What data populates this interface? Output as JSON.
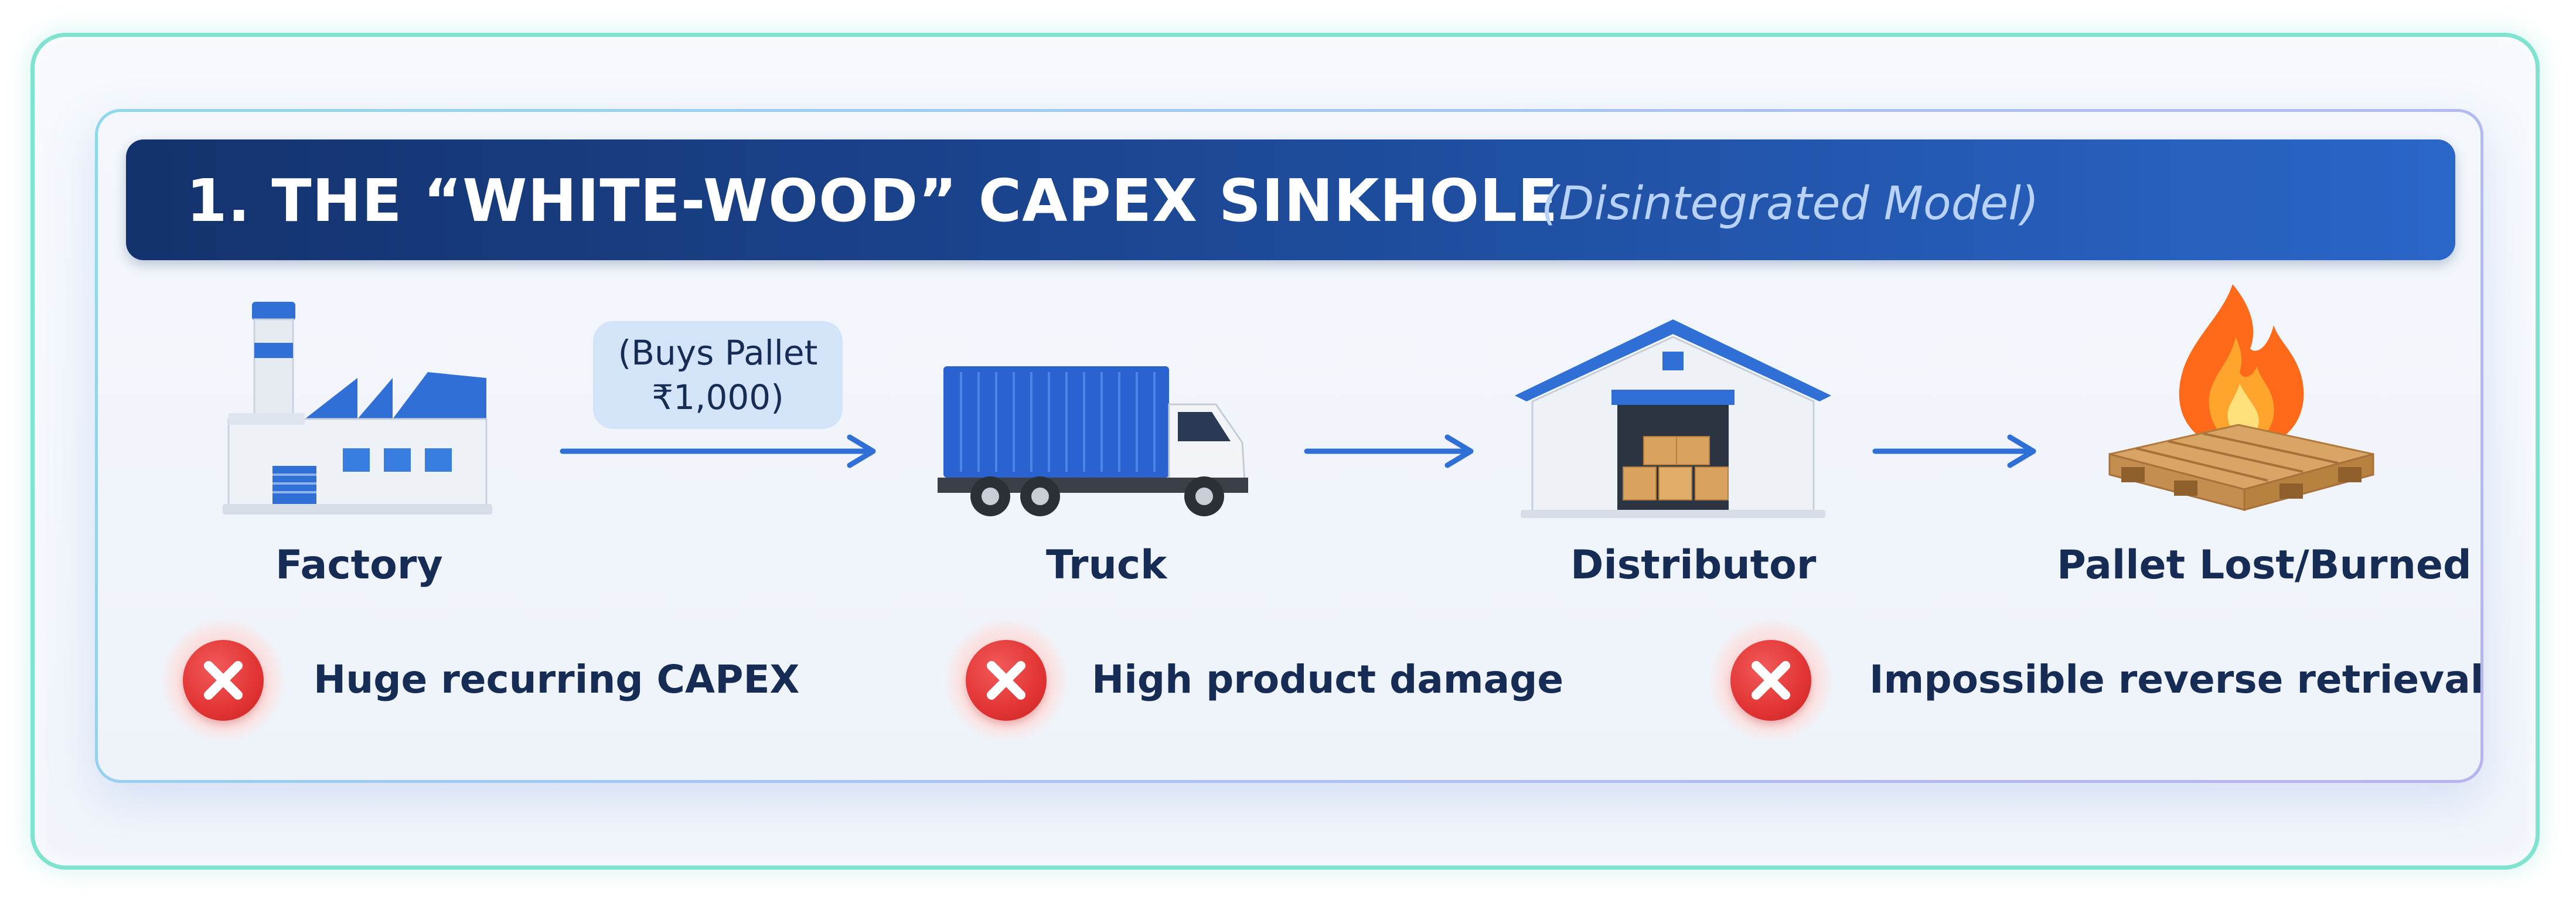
{
  "title": {
    "main": "1. THE “WHITE-WOOD” CAPEX SINKHOLE",
    "subtitle": "(Disintegrated Model)"
  },
  "flow": {
    "nodes": [
      {
        "label": "Factory",
        "icon": "factory-icon"
      },
      {
        "label": "Truck",
        "icon": "truck-icon"
      },
      {
        "label": "Distributor",
        "icon": "warehouse-icon"
      },
      {
        "label": "Pallet Lost/Burned",
        "icon": "burning-pallet-icon"
      }
    ],
    "price_tag": {
      "line1": "(Buys Pallet",
      "line2": "₹1,000)"
    }
  },
  "issues": [
    {
      "text": "Huge recurring CAPEX",
      "icon": "error-x-icon"
    },
    {
      "text": "High product damage",
      "icon": "error-x-icon"
    },
    {
      "text": "Impossible reverse retrieval",
      "icon": "error-x-icon"
    }
  ],
  "colors": {
    "banner_dark": "#14326d",
    "banner_light": "#2a66c8",
    "accent_blue": "#2f6fd6",
    "error_red": "#e23434",
    "outer_border": "#7fe3d0"
  }
}
